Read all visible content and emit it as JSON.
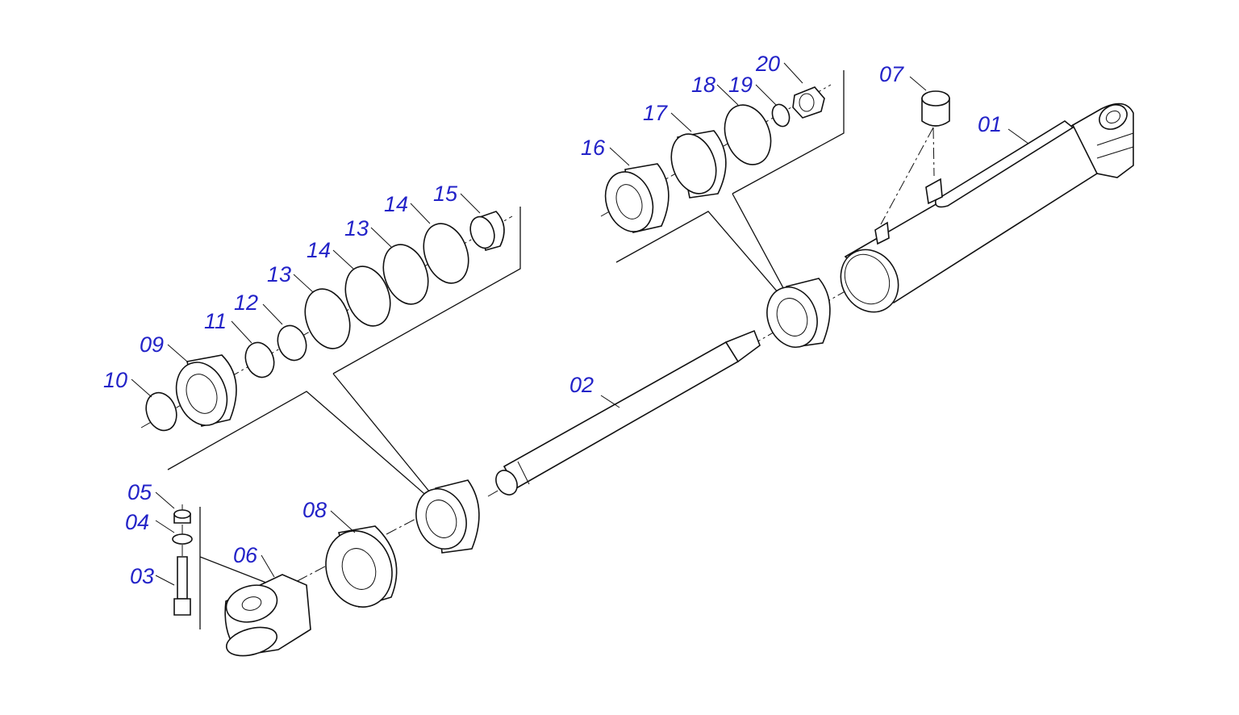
{
  "callouts": [
    {
      "id": "01",
      "part": "cylinder-tube"
    },
    {
      "id": "02",
      "part": "piston-rod"
    },
    {
      "id": "03",
      "part": "bolt"
    },
    {
      "id": "04",
      "part": "washer"
    },
    {
      "id": "05",
      "part": "nut"
    },
    {
      "id": "06",
      "part": "rod-eye"
    },
    {
      "id": "07",
      "part": "dust-cap"
    },
    {
      "id": "08",
      "part": "gland-nut"
    },
    {
      "id": "09",
      "part": "gland"
    },
    {
      "id": "10",
      "part": "wiper-seal"
    },
    {
      "id": "11",
      "part": "rod-seal"
    },
    {
      "id": "12",
      "part": "rod-seal-ring"
    },
    {
      "id": "13a",
      "label": "13",
      "part": "o-ring"
    },
    {
      "id": "14a",
      "label": "14",
      "part": "backup-ring"
    },
    {
      "id": "13b",
      "label": "13",
      "part": "o-ring"
    },
    {
      "id": "14b",
      "label": "14",
      "part": "backup-ring"
    },
    {
      "id": "15",
      "part": "guide-bush"
    },
    {
      "id": "16",
      "part": "piston"
    },
    {
      "id": "17",
      "part": "piston-seal"
    },
    {
      "id": "18",
      "part": "o-ring"
    },
    {
      "id": "19",
      "part": "seal-ring"
    },
    {
      "id": "20",
      "part": "piston-nut"
    }
  ],
  "labels": {
    "c01": "01",
    "c02": "02",
    "c03": "03",
    "c04": "04",
    "c05": "05",
    "c06": "06",
    "c07": "07",
    "c08": "08",
    "c09": "09",
    "c10": "10",
    "c11": "11",
    "c12": "12",
    "c13a": "13",
    "c13b": "13",
    "c14a": "14",
    "c14b": "14",
    "c15": "15",
    "c16": "16",
    "c17": "17",
    "c18": "18",
    "c19": "19",
    "c20": "20"
  },
  "colors": {
    "callout": "#2323c8",
    "line": "#111111",
    "background": "#ffffff"
  }
}
